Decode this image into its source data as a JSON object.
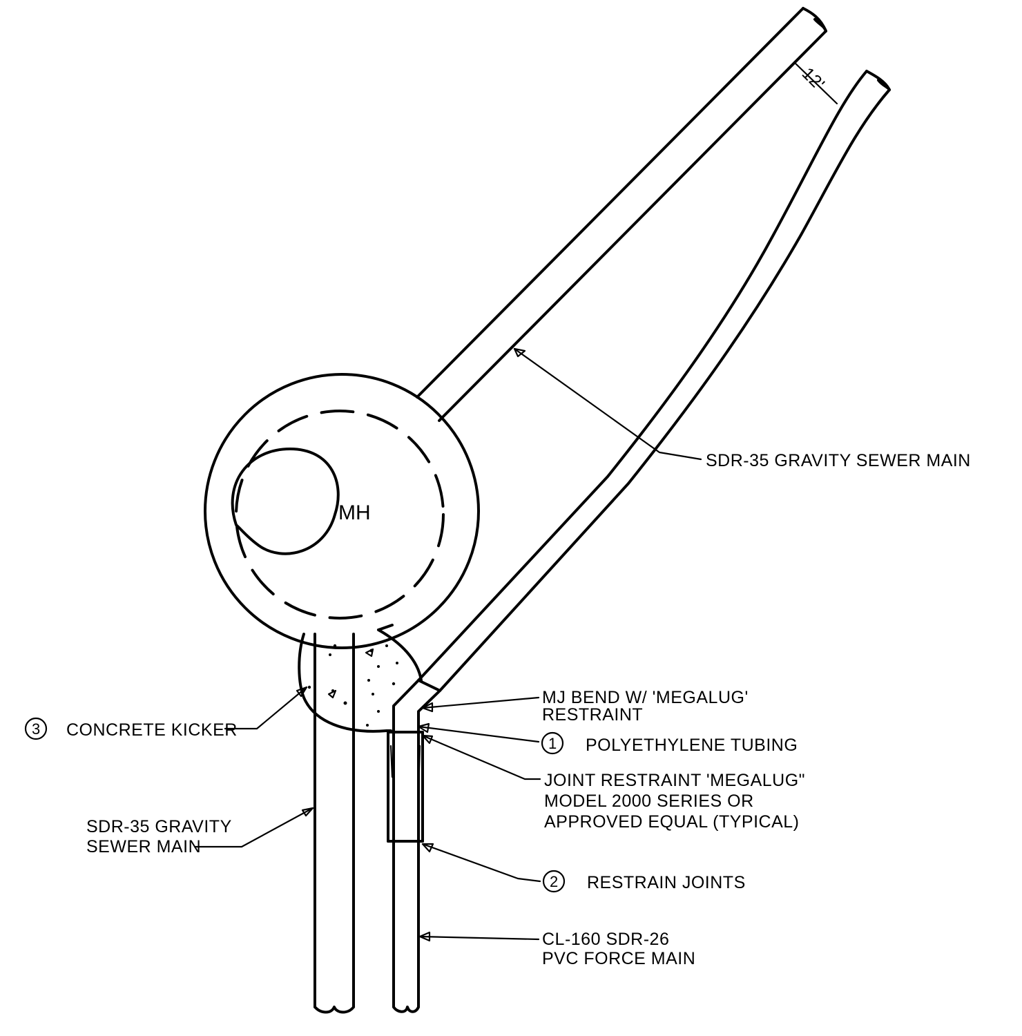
{
  "dimension_label": "12'",
  "manhole_label": "MH",
  "callouts": {
    "gravity_main_upper": "SDR-35 GRAVITY SEWER MAIN",
    "mj_bend_line1": "MJ BEND W/ 'MEGALUG'",
    "mj_bend_line2": "RESTRAINT",
    "poly_tubing_number": "1",
    "poly_tubing": "POLYETHYLENE TUBING",
    "joint_restraint_line1": "JOINT RESTRAINT 'MEGALUG\"",
    "joint_restraint_line2": "MODEL 2000 SERIES OR",
    "joint_restraint_line3": "APPROVED EQUAL (TYPICAL)",
    "restrain_joints_number": "2",
    "restrain_joints": "RESTRAIN JOINTS",
    "force_main_line1": "CL-160 SDR-26",
    "force_main_line2": "PVC FORCE MAIN",
    "concrete_kicker_number": "3",
    "concrete_kicker": "CONCRETE KICKER",
    "gravity_main_lower_line1": "SDR-35 GRAVITY",
    "gravity_main_lower_line2": "SEWER MAIN"
  }
}
